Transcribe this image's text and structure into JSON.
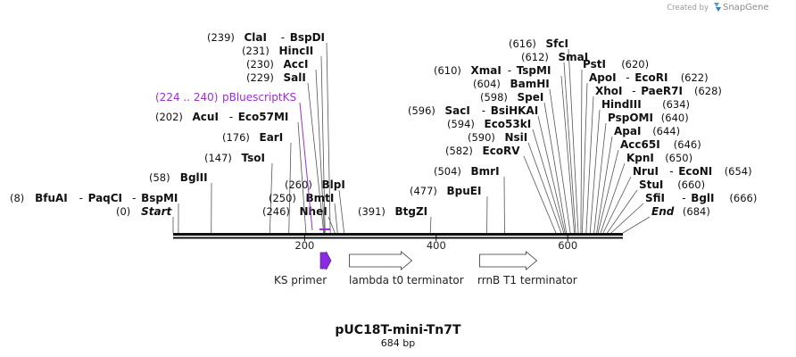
{
  "credit": {
    "text": "Created by",
    "brand": "SnapGene"
  },
  "title": "pUC18T-mini-Tn7T",
  "subtitle": "684 bp",
  "sequence_length": 684,
  "axis_ticks": [
    "200",
    "400",
    "600"
  ],
  "primer_label": {
    "range": "(224 .. 240)",
    "name": "pBluescriptKS"
  },
  "sites": [
    {
      "pos": "(239)",
      "names": [
        "ClaI",
        "BspDI"
      ]
    },
    {
      "pos": "(231)",
      "names": [
        "HincII"
      ]
    },
    {
      "pos": "(230)",
      "names": [
        "AccI"
      ]
    },
    {
      "pos": "(229)",
      "names": [
        "SalI"
      ]
    },
    {
      "pos": "(202)",
      "names": [
        "AcuI",
        "Eco57MI"
      ]
    },
    {
      "pos": "(176)",
      "names": [
        "EarI"
      ]
    },
    {
      "pos": "(147)",
      "names": [
        "TsoI"
      ]
    },
    {
      "pos": "(58)",
      "names": [
        "BglII"
      ]
    },
    {
      "pos": "(8)",
      "names": [
        "BfuAI",
        "PaqCI",
        "BspMI"
      ]
    },
    {
      "pos": "(0)",
      "names": [
        "Start"
      ]
    },
    {
      "pos": "(260)",
      "names": [
        "BlpI"
      ]
    },
    {
      "pos": "(250)",
      "names": [
        "BmtI"
      ]
    },
    {
      "pos": "(246)",
      "names": [
        "NheI"
      ]
    },
    {
      "pos": "(391)",
      "names": [
        "BtgZI"
      ]
    },
    {
      "pos": "(477)",
      "names": [
        "BpuEI"
      ]
    },
    {
      "pos": "(504)",
      "names": [
        "BmrI"
      ]
    },
    {
      "pos": "(582)",
      "names": [
        "EcoRV"
      ]
    },
    {
      "pos": "(590)",
      "names": [
        "NsiI"
      ]
    },
    {
      "pos": "(594)",
      "names": [
        "Eco53kI"
      ]
    },
    {
      "pos": "(596)",
      "names": [
        "SacI",
        "BsiHKAI"
      ]
    },
    {
      "pos": "(598)",
      "names": [
        "SpeI"
      ]
    },
    {
      "pos": "(604)",
      "names": [
        "BamHI"
      ]
    },
    {
      "pos": "(610)",
      "names": [
        "XmaI",
        "TspMI"
      ]
    },
    {
      "pos": "(612)",
      "names": [
        "SmaI"
      ]
    },
    {
      "pos": "(616)",
      "names": [
        "SfcI"
      ]
    },
    {
      "pos": "(620)",
      "names": [
        "PstI"
      ]
    },
    {
      "pos": "(622)",
      "names": [
        "ApoI",
        "EcoRI"
      ]
    },
    {
      "pos": "(628)",
      "names": [
        "XhoI",
        "PaeR7I"
      ]
    },
    {
      "pos": "(634)",
      "names": [
        "HindIII"
      ]
    },
    {
      "pos": "(640)",
      "names": [
        "PspOMI"
      ]
    },
    {
      "pos": "(644)",
      "names": [
        "ApaI"
      ]
    },
    {
      "pos": "(646)",
      "names": [
        "Acc65I"
      ]
    },
    {
      "pos": "(650)",
      "names": [
        "KpnI"
      ]
    },
    {
      "pos": "(654)",
      "names": [
        "NruI",
        "EcoNI"
      ]
    },
    {
      "pos": "(660)",
      "names": [
        "StuI"
      ]
    },
    {
      "pos": "(666)",
      "names": [
        "SfiI",
        "BglI"
      ]
    },
    {
      "pos": "(684)",
      "names": [
        "End"
      ]
    }
  ],
  "features": [
    {
      "name": "KS primer",
      "start": 224,
      "end": 240,
      "color": "#8a2be2"
    },
    {
      "name": "lambda t0 terminator",
      "start": 268,
      "end": 363,
      "color": "#ffffff"
    },
    {
      "name": "rrnB T1 terminator",
      "start": 466,
      "end": 553,
      "color": "#ffffff"
    }
  ],
  "colors": {
    "primer": "#9b2fd6",
    "primer_fill": "#8a2be2",
    "backbone": "#111111",
    "line": "#555555"
  }
}
